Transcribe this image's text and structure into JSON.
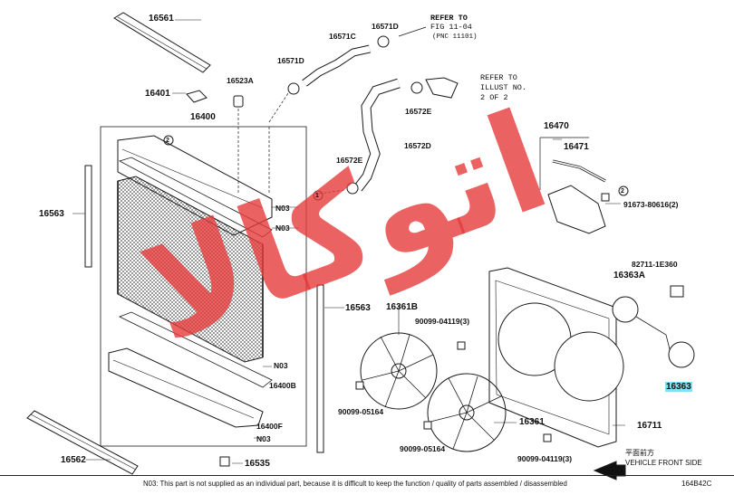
{
  "labels": {
    "p16561": "16561",
    "p16401": "16401",
    "p16523A": "16523A",
    "p16400": "16400",
    "p16563_left": "16563",
    "p16563_mid": "16563",
    "p16571C": "16571C",
    "p16571D_top": "16571D",
    "p16571D_mid": "16571D",
    "p16572E_top": "16572E",
    "p16572D": "16572D",
    "p16572E_mid": "16572E",
    "n03_a": "N03",
    "n03_b": "N03",
    "n03_c": "N03",
    "n03_d": "N03",
    "p16400B": "16400B",
    "p16400F": "16400F",
    "p16535": "16535",
    "p16562": "16562",
    "p16470": "16470",
    "p16471": "16471",
    "p91673": "91673-80616(2)",
    "p82711": "82711-1E360",
    "p16363A": "16363A",
    "p16363": "16363",
    "p16361B": "16361B",
    "p90099_04119_a": "90099-04119(3)",
    "p90099_05164_a": "90099-05164",
    "p16361": "16361",
    "p90099_05164_b": "90099-05164",
    "p90099_04119_b": "90099-04119(3)",
    "p16711": "16711",
    "circ1": "1",
    "circ2a": "2",
    "circ2b": "2"
  },
  "refer_fig": {
    "line1": "REFER TO",
    "line2": "FIG 11-04",
    "line3": "(PNC 11101)"
  },
  "refer_illust": {
    "line1": "REFER TO",
    "line2": "ILLUST NO.",
    "line3": "2 OF 2"
  },
  "front_side": {
    "jp": "平面前方",
    "en": "VEHICLE FRONT SIDE"
  },
  "footnote": "N03: This part is not supplied as an individual part, because it is difficult to keep the function / quality of parts assembled / disassembled",
  "figure_code": "164B42C",
  "watermark": "اتوکالا",
  "colors": {
    "line": "#1a1a1a",
    "watermark": "#e53b3b",
    "highlight": "#7fe3f5"
  }
}
